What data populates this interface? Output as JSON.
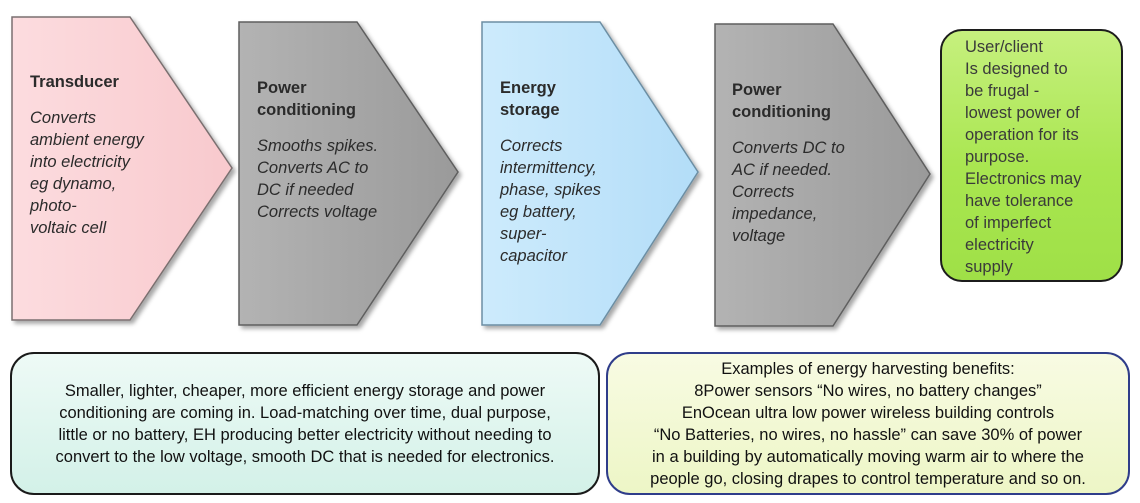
{
  "stages": [
    {
      "title_lines": [
        "Transducer"
      ],
      "desc_lines": [
        "Converts",
        "ambient energy",
        "into electricity",
        "eg dynamo,",
        "photo-",
        "voltaic cell"
      ],
      "fill": "#fbd3d6"
    },
    {
      "title_lines": [
        "Power",
        "conditioning"
      ],
      "desc_lines": [
        "Smooths spikes.",
        "Converts AC to",
        "DC if needed",
        "Corrects voltage"
      ],
      "fill": "#a8a8a8"
    },
    {
      "title_lines": [
        "Energy",
        "storage"
      ],
      "desc_lines": [
        "Corrects",
        "intermittency,",
        "phase, spikes",
        "eg battery,",
        "super-",
        "capacitor"
      ],
      "fill": "#bfe4fb"
    },
    {
      "title_lines": [
        "Power",
        "conditioning"
      ],
      "desc_lines": [
        "Converts DC to",
        "AC if needed.",
        "Corrects",
        "impedance,",
        "voltage"
      ],
      "fill": "#a8a8a8"
    }
  ],
  "client": {
    "lines": [
      "User/client",
      "Is designed to",
      "be frugal -",
      "lowest power of",
      "operation for its",
      "purpose.",
      "Electronics may",
      "have tolerance",
      "of imperfect",
      "electricity",
      "supply"
    ],
    "fill": "#a9e650"
  },
  "notes": {
    "left": {
      "lines": [
        "Smaller, lighter, cheaper, more efficient energy storage and power",
        "conditioning are coming in. Load-matching over time, dual purpose,",
        "little or no battery, EH producing better electricity without needing to",
        "convert to the low voltage, smooth DC that is needed for electronics."
      ]
    },
    "right": {
      "lines": [
        "Examples of energy harvesting benefits:",
        "8Power sensors “No wires, no battery changes”",
        "EnOcean ultra low power wireless building controls",
        "“No Batteries, no wires, no hassle” can save 30% of power",
        "in a building by automatically moving warm air to where the",
        "people go, closing drapes to control temperature and so on."
      ]
    }
  }
}
